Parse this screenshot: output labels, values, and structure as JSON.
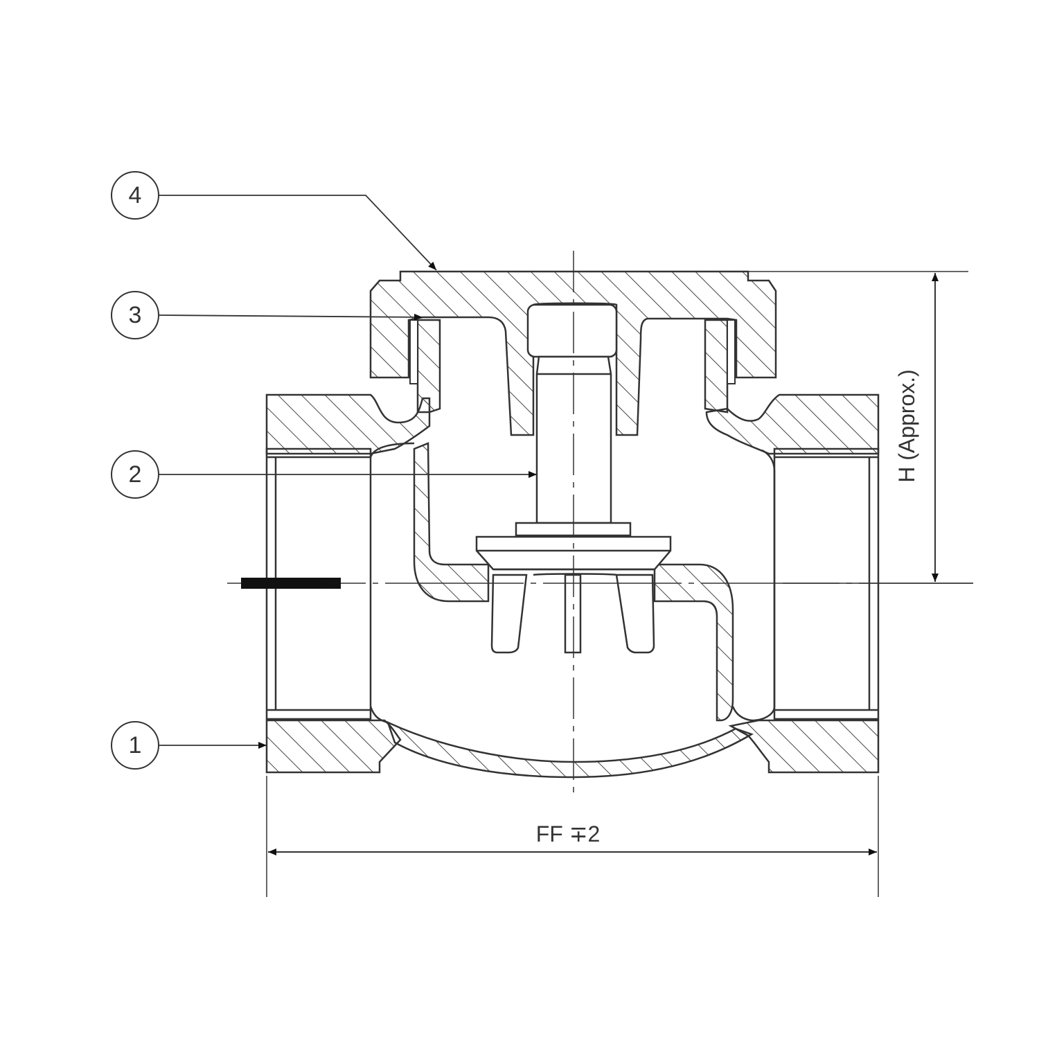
{
  "drawing": {
    "callouts": [
      {
        "id": "1",
        "label": "1"
      },
      {
        "id": "2",
        "label": "2"
      },
      {
        "id": "3",
        "label": "3"
      },
      {
        "id": "4",
        "label": "4"
      }
    ],
    "dimensions": {
      "length_label": "FF ∓2",
      "height_label": "H (Approx.)"
    },
    "colors": {
      "line": "#333333",
      "fill": "#ffffff"
    }
  }
}
